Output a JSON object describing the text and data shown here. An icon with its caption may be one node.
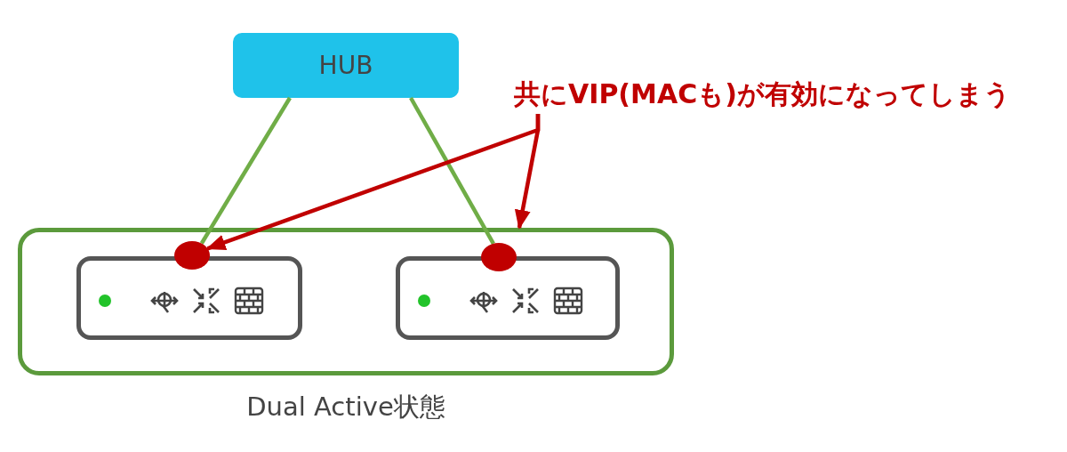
{
  "diagram": {
    "nodes": [
      {
        "text": [
          "HUB"
        ]
      },
      {
        "text": [
          "Dual Active状態"
        ]
      },
      {
        "text": [],
        "shape": "box",
        "in": 1
      },
      {
        "text": [],
        "shape": "box",
        "in": 1
      },
      {
        "text": [],
        "shape": "circle",
        "in": 1
      },
      {
        "text": [],
        "shape": "circle",
        "in": 1
      },
      {
        "text": [
          "共にVIP(MACも)が有効になってしまう"
        ]
      }
    ],
    "edges": [
      {
        "from": 0,
        "to": 4,
        "arrow": "none",
        "color": "#70ad47"
      },
      {
        "from": 0,
        "to": 5,
        "arrow": "none",
        "color": "#70ad47"
      },
      {
        "from": 6,
        "to": 4,
        "arrow": "to",
        "color": "#c00000"
      },
      {
        "from": 6,
        "to": 1,
        "arrow": "to",
        "color": "#c00000"
      }
    ]
  }
}
